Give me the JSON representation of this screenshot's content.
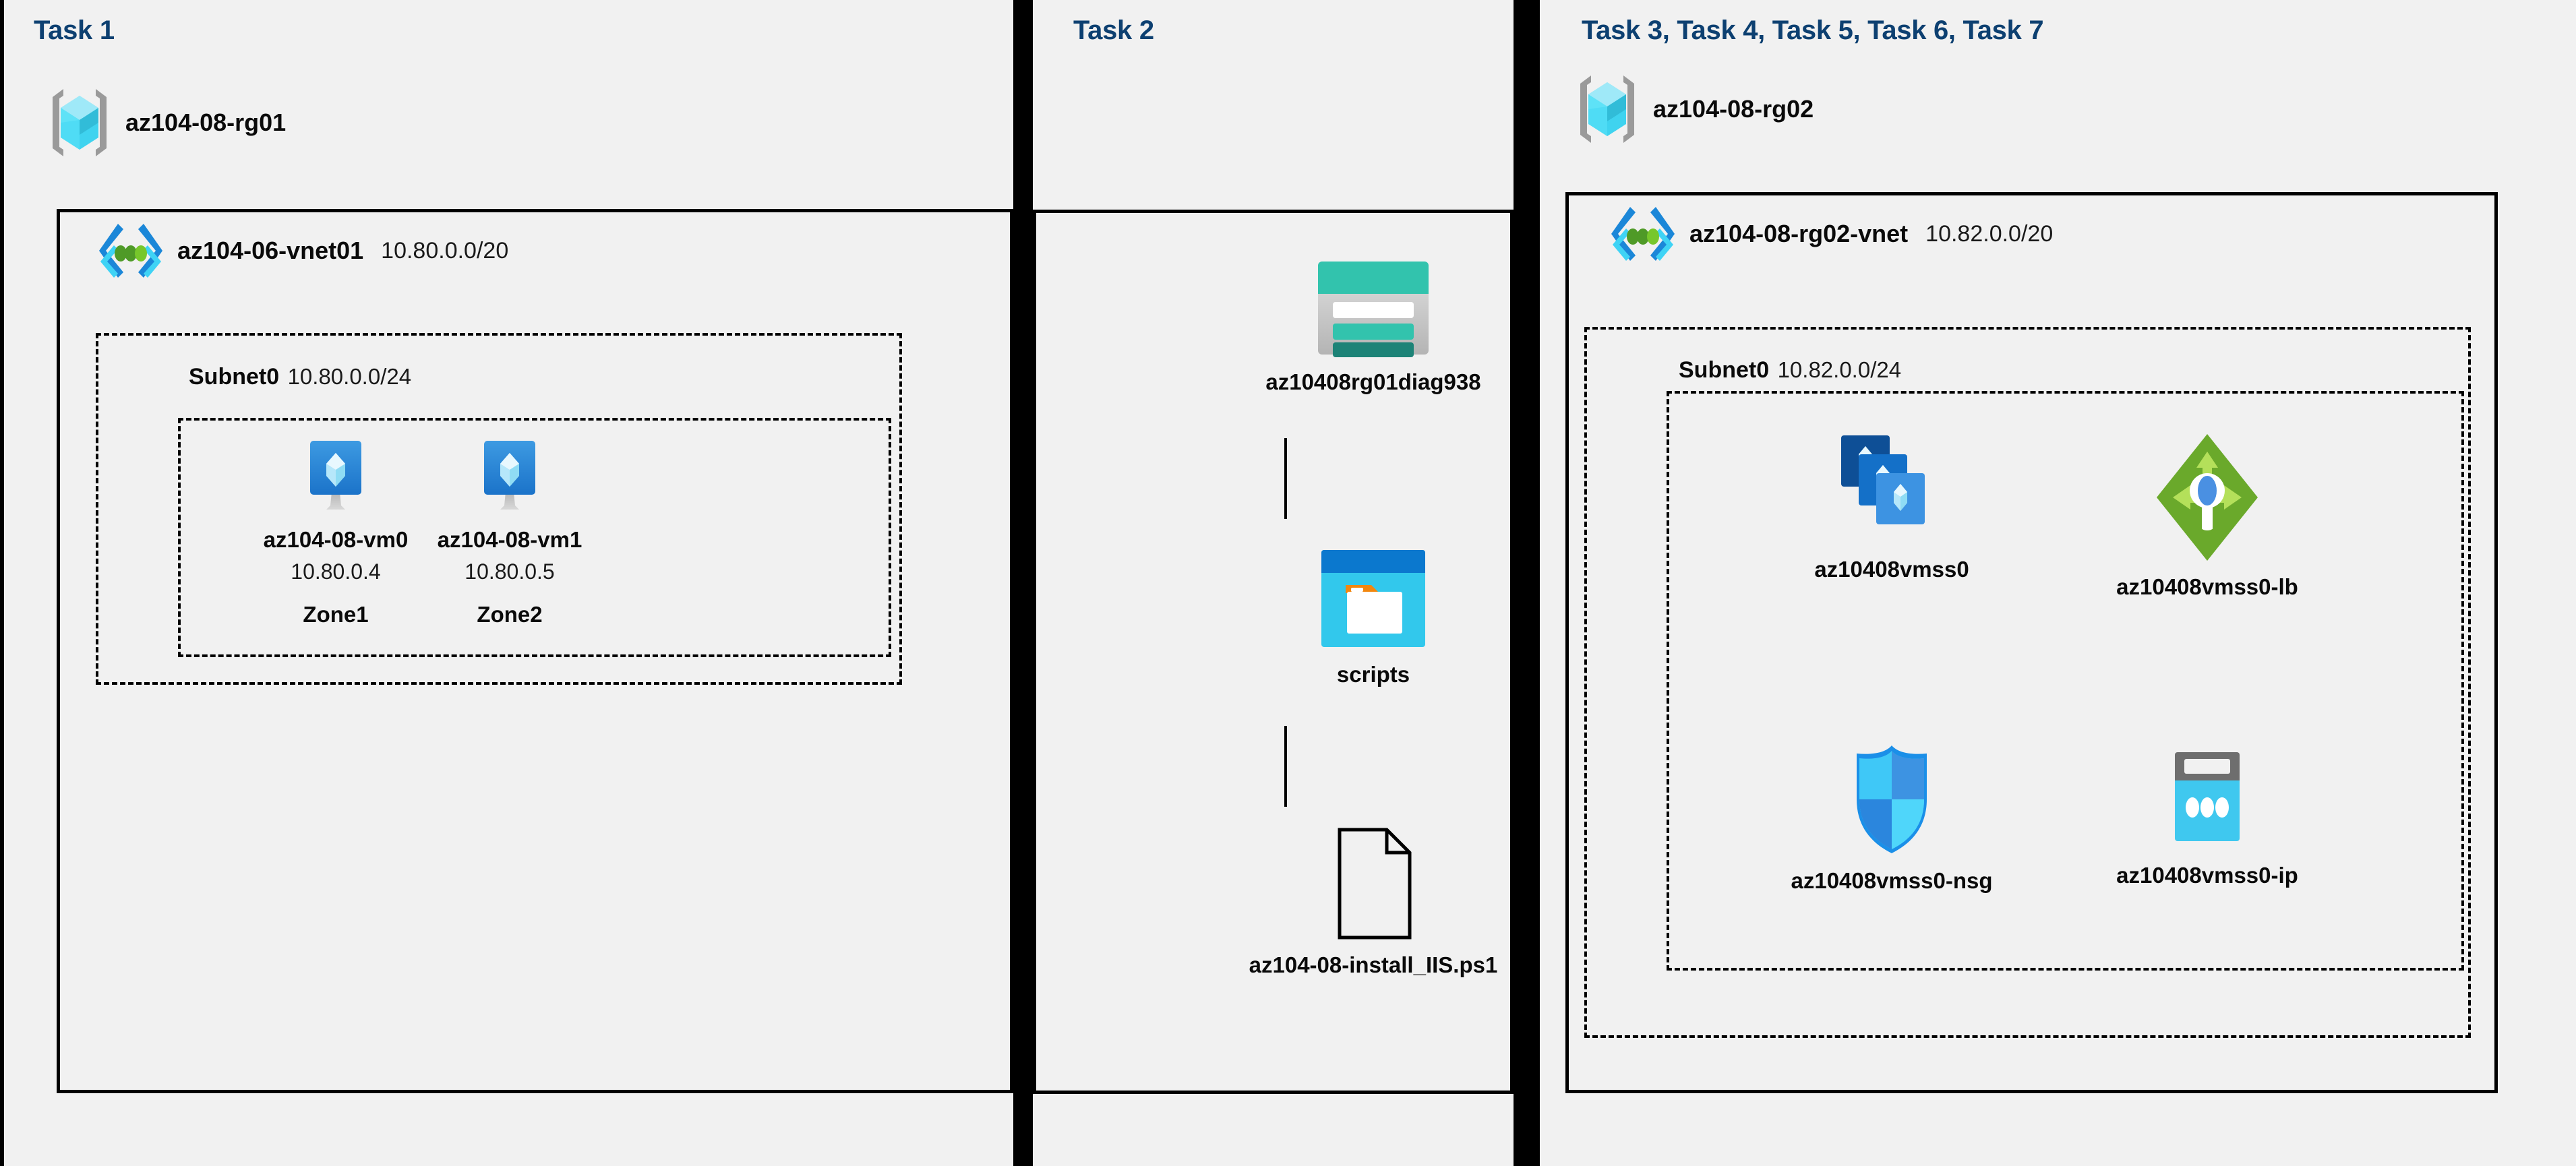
{
  "canvas": {
    "background": "#f1f1f1",
    "divider_color": "#000000",
    "title_color": "#0d4071",
    "text_color": "#0a0a0a"
  },
  "panels": [
    {
      "id": "task1",
      "title": "Task 1",
      "resource_group": {
        "icon": "resource-group-icon",
        "name": "az104-08-rg01"
      },
      "vnet": {
        "icon": "virtual-network-icon",
        "name": "az104-06-vnet01",
        "cidr": "10.80.0.0/20"
      },
      "subnet": {
        "name": "Subnet0",
        "cidr": "10.80.0.0/24"
      },
      "vms": [
        {
          "icon": "virtual-machine-icon",
          "name": "az104-08-vm0",
          "ip": "10.80.0.4",
          "zone": "Zone1"
        },
        {
          "icon": "virtual-machine-icon",
          "name": "az104-08-vm1",
          "ip": "10.80.0.5",
          "zone": "Zone2"
        }
      ]
    },
    {
      "id": "task2",
      "title": "Task 2",
      "chain": [
        {
          "icon": "storage-account-icon",
          "name": "az10408rg01diag938"
        },
        {
          "icon": "blob-container-icon",
          "name": "scripts"
        },
        {
          "icon": "script-file-icon",
          "name": "az104-08-install_IIS.ps1"
        }
      ]
    },
    {
      "id": "task3",
      "title": "Task 3, Task 4, Task 5, Task 6, Task 7",
      "resource_group": {
        "icon": "resource-group-icon",
        "name": "az104-08-rg02"
      },
      "vnet": {
        "icon": "virtual-network-icon",
        "name": "az104-08-rg02-vnet",
        "cidr": "10.82.0.0/20"
      },
      "subnet": {
        "name": "Subnet0",
        "cidr": "10.82.0.0/24"
      },
      "resources": [
        {
          "icon": "vm-scale-set-icon",
          "name": "az10408vmss0"
        },
        {
          "icon": "load-balancer-icon",
          "name": "az10408vmss0-lb"
        },
        {
          "icon": "network-security-group-icon",
          "name": "az10408vmss0-nsg"
        },
        {
          "icon": "public-ip-address-icon",
          "name": "az10408vmss0-ip"
        }
      ]
    }
  ]
}
